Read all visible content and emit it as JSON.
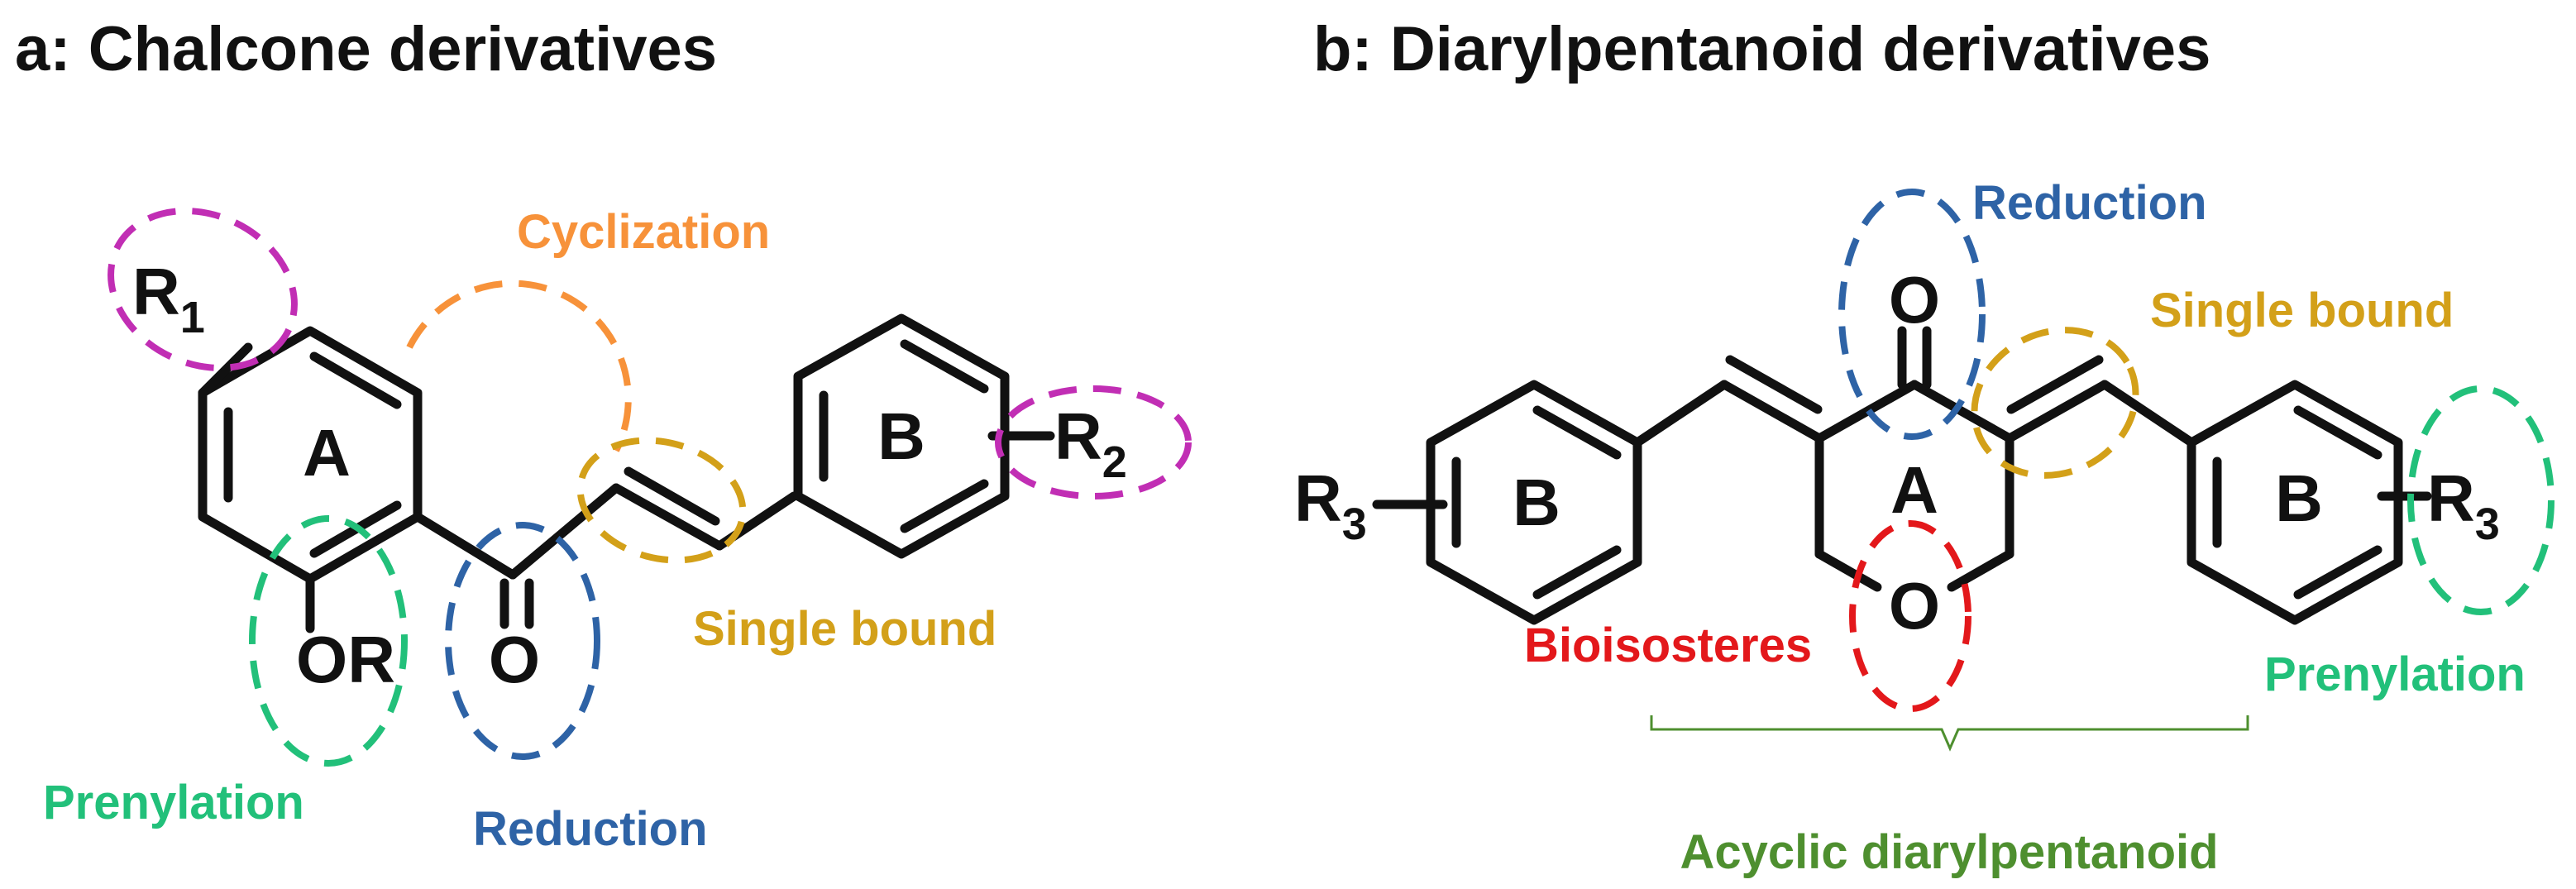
{
  "colors": {
    "magenta": "#C12EB4",
    "orange": "#F7923A",
    "gold": "#D3A019",
    "blue": "#2E63A6",
    "green": "#22C07A",
    "red": "#E3181B",
    "dark_green": "#4E8F2F",
    "black": "#111111"
  },
  "panel_a": {
    "title": "a: Chalcone derivatives",
    "ring_a_label": "A",
    "ring_b_label": "B",
    "r1": "R",
    "r1_sub": "1",
    "r2": "R",
    "r2_sub": "2",
    "or_group": "OR",
    "carbonyl_o": "O",
    "labels": {
      "cyclization": "Cyclization",
      "single_bound": "Single bound",
      "prenylation": "Prenylation",
      "reduction": "Reduction"
    }
  },
  "panel_b": {
    "title": "b: Diarylpentanoid derivatives",
    "ring_a_label": "A",
    "ring_b_left_label": "B",
    "ring_b_right_label": "B",
    "r3_left": "R",
    "r3_left_sub": "3",
    "r3_right": "R",
    "r3_right_sub": "3",
    "carbonyl_o": "O",
    "ring_o": "O",
    "labels": {
      "reduction": "Reduction",
      "single_bound": "Single bound",
      "bioisosteres": "Bioisosteres",
      "prenylation": "Prenylation",
      "acyclic": "Acyclic diarylpentanoid"
    }
  }
}
